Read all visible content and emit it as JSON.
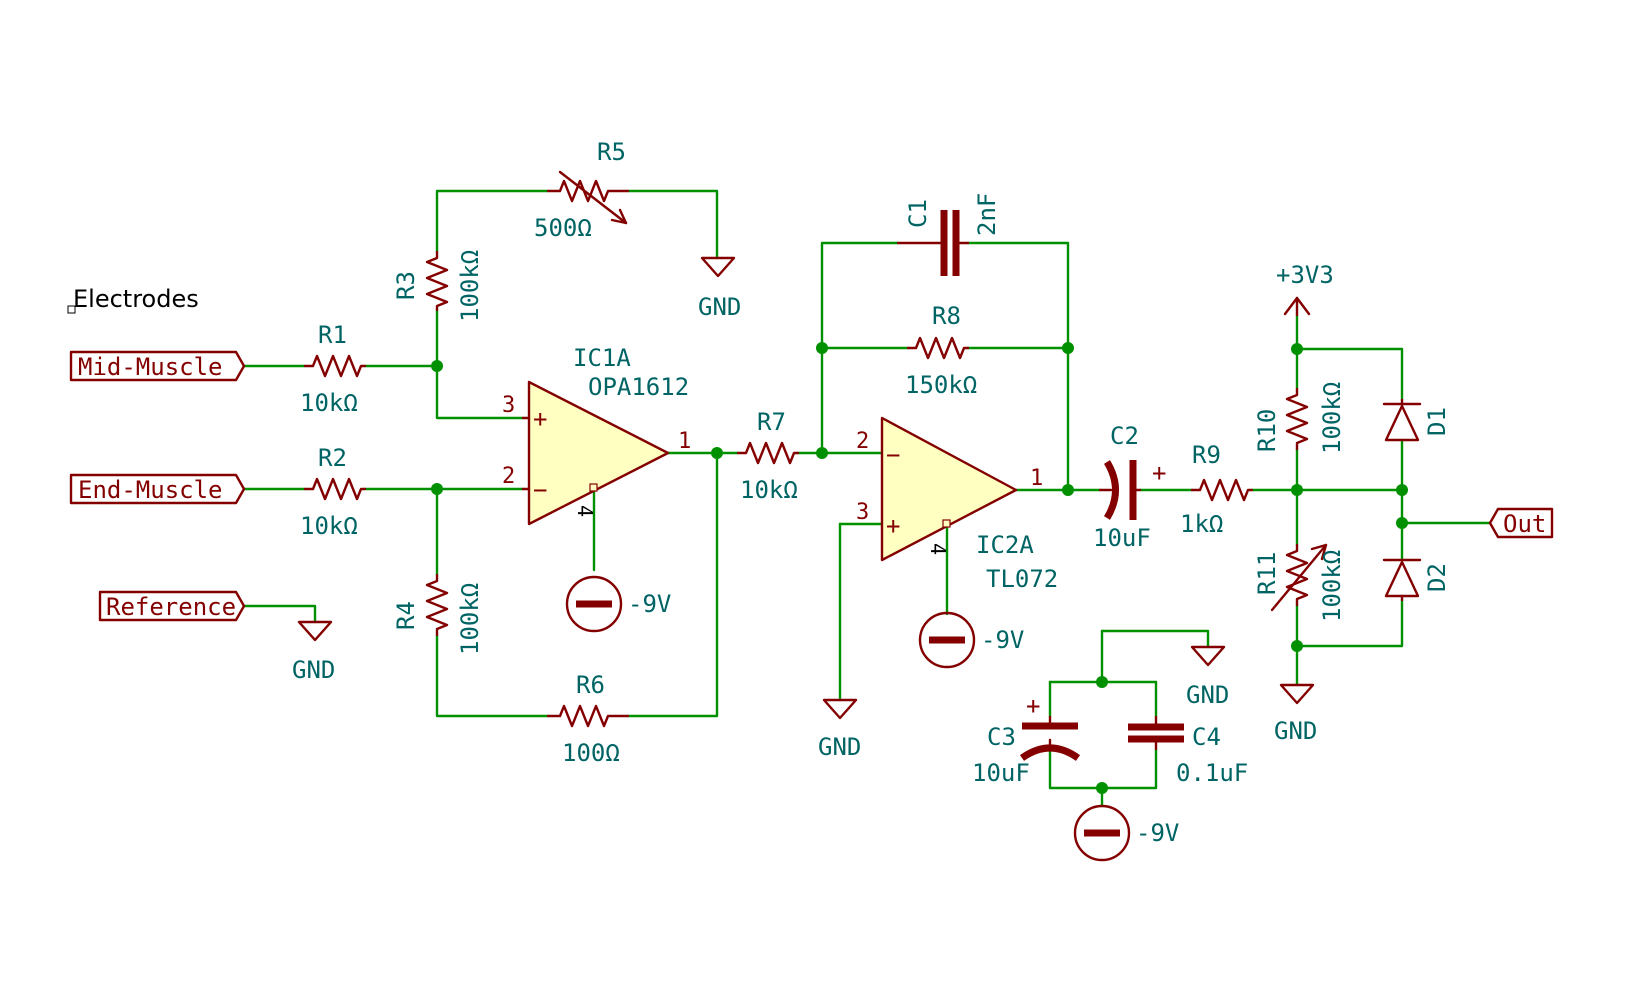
{
  "title": "Electrodes",
  "ports": {
    "mid_muscle": "Mid-Muscle",
    "end_muscle": "End-Muscle",
    "reference": "Reference",
    "out": "Out"
  },
  "opamps": {
    "ic1": {
      "ref": "IC1A",
      "value": "OPA1612",
      "pin_plus": "3",
      "pin_minus": "2",
      "pin_out": "1",
      "pin_v": "4"
    },
    "ic2": {
      "ref": "IC2A",
      "value": "TL072",
      "pin_plus": "3",
      "pin_minus": "2",
      "pin_out": "1",
      "pin_v": "4"
    }
  },
  "resistors": {
    "r1": {
      "ref": "R1",
      "value": "10kΩ"
    },
    "r2": {
      "ref": "R2",
      "value": "10kΩ"
    },
    "r3": {
      "ref": "R3",
      "value": "100kΩ"
    },
    "r4": {
      "ref": "R4",
      "value": "100kΩ"
    },
    "r5": {
      "ref": "R5",
      "value": "500Ω"
    },
    "r6": {
      "ref": "R6",
      "value": "100Ω"
    },
    "r7": {
      "ref": "R7",
      "value": "10kΩ"
    },
    "r8": {
      "ref": "R8",
      "value": "150kΩ"
    },
    "r9": {
      "ref": "R9",
      "value": "1kΩ"
    },
    "r10": {
      "ref": "R10",
      "value": "100kΩ"
    },
    "r11": {
      "ref": "R11",
      "value": "100kΩ"
    }
  },
  "capacitors": {
    "c1": {
      "ref": "C1",
      "value": "2nF"
    },
    "c2": {
      "ref": "C2",
      "value": "10uF"
    },
    "c3": {
      "ref": "C3",
      "value": "10uF"
    },
    "c4": {
      "ref": "C4",
      "value": "0.1uF"
    }
  },
  "diodes": {
    "d1": {
      "ref": "D1"
    },
    "d2": {
      "ref": "D2"
    }
  },
  "power": {
    "gnd": "GND",
    "neg9v": "-9V",
    "pos3v3": "+3V3"
  }
}
